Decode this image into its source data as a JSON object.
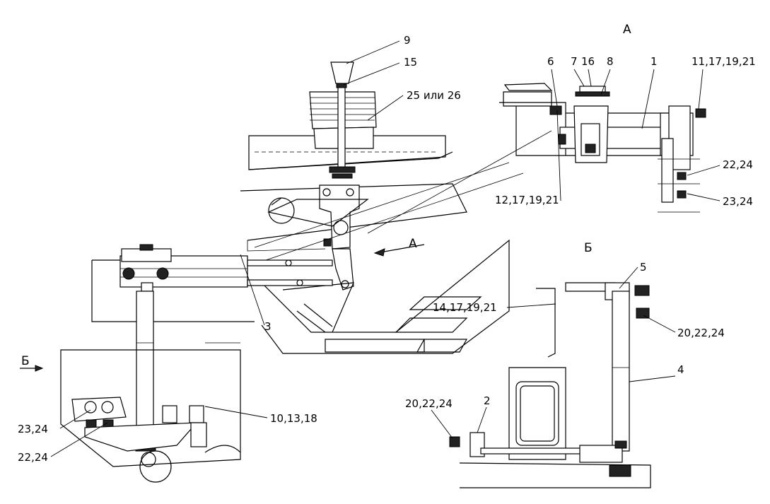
{
  "view_markers": {
    "A_top": "А",
    "A_arrow": "А",
    "B_top": "Б",
    "B_arrow": "Б"
  },
  "callouts": {
    "c9": "9",
    "c15": "15",
    "c25_26": "25 или 26",
    "c3": "3",
    "c10_13_18": "10,13,18",
    "c23_24_left": "23,24",
    "c22_24_left": "22,24",
    "c6": "6",
    "c7": "7",
    "c16": "16",
    "c8": "8",
    "c1": "1",
    "c11_17_19_21": "11,17,19,21",
    "c22_24_right": "22,24",
    "c23_24_right": "23,24",
    "c12_17_19_21": "12,17,19,21",
    "c5": "5",
    "c14_17_19_21": "14,17,19,21",
    "c20_22_24_right": "20,22,24",
    "c4": "4",
    "c20_22_24_left": "20,22,24",
    "c2": "2"
  }
}
